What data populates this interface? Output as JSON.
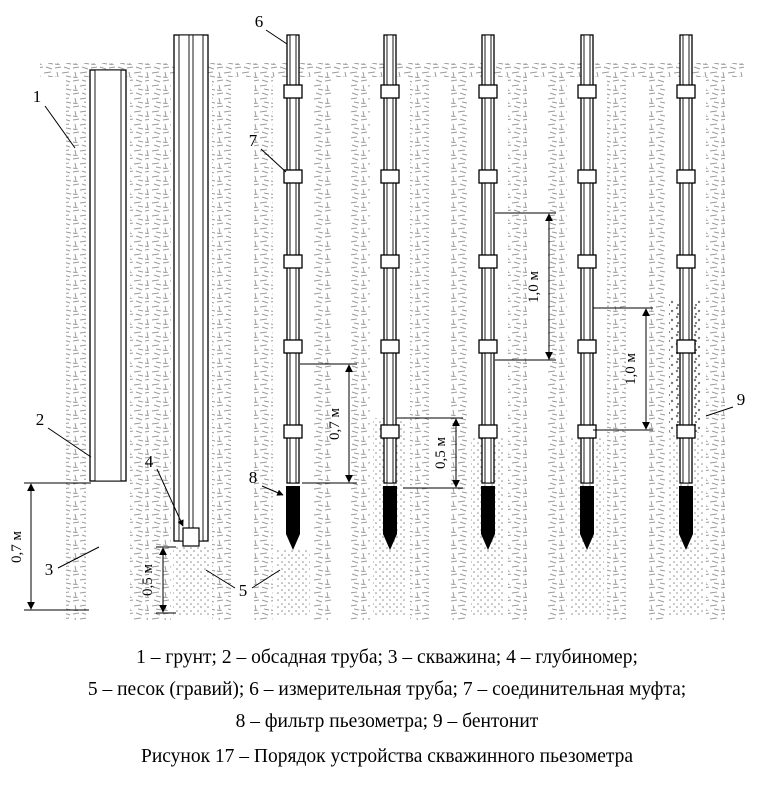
{
  "figure": {
    "caption": "Рисунок 17 – Порядок устройства скважинного пьезометра",
    "legend_lines": [
      "1 – грунт; 2 – обсадная труба; 3 – скважина; 4 – глубиномер;",
      "5 – песок (гравий); 6 – измерительная труба; 7 – соединительная муфта;",
      "8 – фильтр пьезометра; 9 – бентонит"
    ]
  },
  "callouts": {
    "c1": "1",
    "c2": "2",
    "c3": "3",
    "c4": "4",
    "c5": "5",
    "c6": "6",
    "c7": "7",
    "c8": "8",
    "c9": "9"
  },
  "dimensions": {
    "d1": "0,7 м",
    "d2": "0,5 м",
    "d3": "0,7 м",
    "d4": "0,5 м",
    "d5": "1,0 м",
    "d6": "1,0 м"
  },
  "colors": {
    "line": "#000000",
    "soil_hatch": "#9b9b9b",
    "sand_dots": "#8a8a8a",
    "bentonite_dots": "#777777",
    "filter": "#000000",
    "background": "#ffffff"
  }
}
